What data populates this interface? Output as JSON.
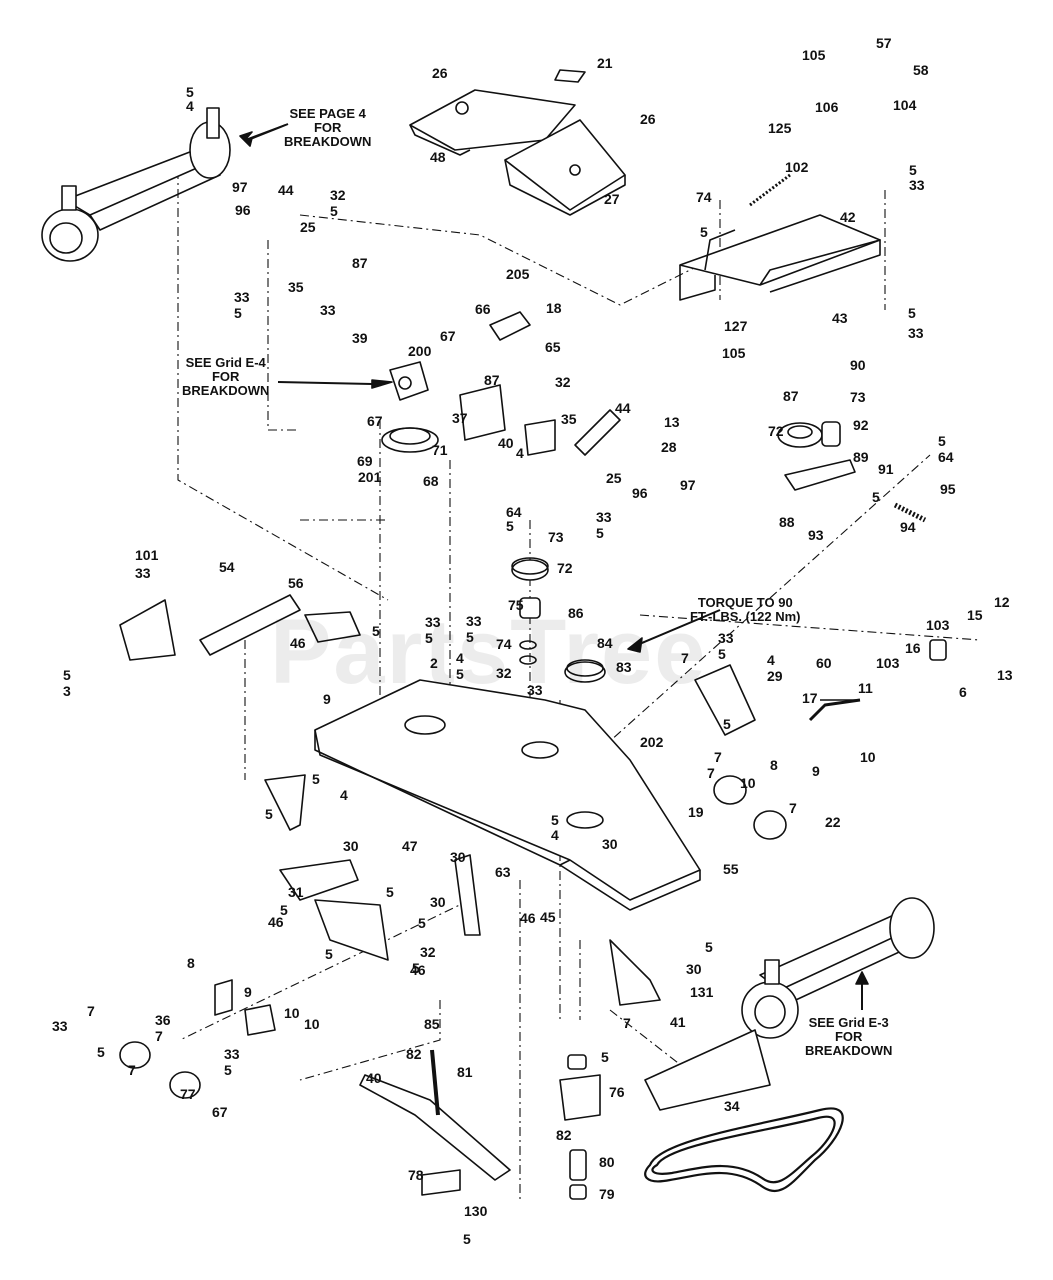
{
  "watermark": "PartsTree",
  "callouts": {
    "see_page_4": [
      "SEE PAGE 4",
      "FOR",
      "BREAKDOWN"
    ],
    "see_grid_e4": [
      "SEE Grid E-4",
      "FOR",
      "BREAKDOWN"
    ],
    "torque": [
      "TORQUE TO 90",
      "FT.-LBS. (122 Nm)"
    ],
    "see_grid_e3": [
      "SEE Grid E-3",
      "FOR",
      "BREAKDOWN"
    ]
  },
  "part_numbers": [
    "5",
    "4",
    "26",
    "21",
    "26",
    "48",
    "27",
    "105",
    "57",
    "58",
    "106",
    "104",
    "125",
    "102",
    "74",
    "5",
    "33",
    "42",
    "5",
    "97",
    "44",
    "32",
    "96",
    "25",
    "5",
    "87",
    "33",
    "5",
    "35",
    "39",
    "33",
    "66",
    "205",
    "18",
    "67",
    "65",
    "200",
    "43",
    "5",
    "33",
    "127",
    "105",
    "90",
    "73",
    "87",
    "92",
    "72",
    "89",
    "91",
    "5",
    "88",
    "93",
    "95",
    "64",
    "5",
    "94",
    "32",
    "87",
    "37",
    "35",
    "44",
    "13",
    "28",
    "25",
    "96",
    "97",
    "33",
    "5",
    "40",
    "4",
    "67",
    "71",
    "69",
    "201",
    "68",
    "64",
    "5",
    "73",
    "72",
    "75",
    "86",
    "84",
    "74",
    "83",
    "7",
    "33",
    "5",
    "4",
    "29",
    "33",
    "5",
    "4",
    "5",
    "33",
    "5",
    "101",
    "54",
    "56",
    "46",
    "5",
    "33",
    "5",
    "3",
    "2",
    "32",
    "33",
    "202",
    "9",
    "60",
    "17",
    "11",
    "103",
    "16",
    "103",
    "15",
    "12",
    "13",
    "6",
    "5",
    "7",
    "7",
    "8",
    "9",
    "10",
    "10",
    "7",
    "22",
    "19",
    "55",
    "5",
    "5",
    "4",
    "5",
    "4",
    "30",
    "30",
    "47",
    "31",
    "30",
    "63",
    "46",
    "5",
    "46",
    "5",
    "30",
    "5",
    "45",
    "32",
    "5",
    "5",
    "46",
    "5",
    "30",
    "131",
    "7",
    "41",
    "8",
    "9",
    "7",
    "33",
    "5",
    "36",
    "7",
    "10",
    "10",
    "33",
    "5",
    "7",
    "77",
    "67",
    "85",
    "82",
    "81",
    "5",
    "76",
    "82",
    "80",
    "79",
    "40",
    "78",
    "130",
    "5",
    "34"
  ]
}
